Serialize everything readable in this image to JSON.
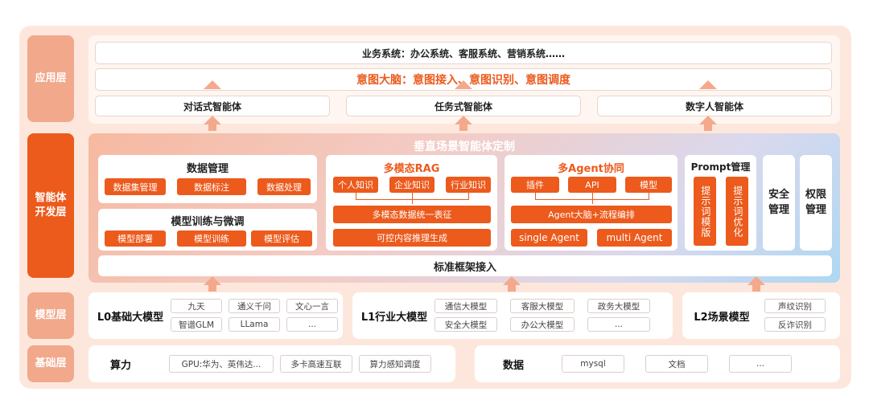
{
  "layers": {
    "app": "应用层",
    "agent": "智能体开发层",
    "model": "模型层",
    "base": "基础层"
  },
  "app": {
    "business": "业务系统：办公系统、客服系统、营销系统……",
    "intent": "意图大脑：意图接入、意图识别、意图调度",
    "agents": [
      "对话式智能体",
      "任务式智能体",
      "数字人智能体"
    ]
  },
  "dev": {
    "title": "垂直场景智能体定制",
    "data_mgmt": {
      "title": "数据管理",
      "items": [
        "数据集管理",
        "数据标注",
        "数据处理"
      ]
    },
    "train": {
      "title": "模型训练与微调",
      "items": [
        "模型部署",
        "模型训练",
        "模型评估"
      ]
    },
    "rag": {
      "title": "多模态RAG",
      "sources": [
        "个人知识",
        "企业知识",
        "行业知识"
      ],
      "unify": "多模态数据统一表征",
      "gen": "可控内容推理生成"
    },
    "agent": {
      "title": "多Agent协同",
      "items": [
        "插件",
        "API",
        "模型"
      ],
      "brain": "Agent大脑+流程编排",
      "single": "single Agent",
      "multi": "multi Agent"
    },
    "prompt": {
      "title": "Prompt管理",
      "items": [
        "提示词模版",
        "提示词优化"
      ]
    },
    "security": "安全管理",
    "permission": "权限管理",
    "standard": "标准框架接入"
  },
  "models": {
    "l0": {
      "title": "L0基础大模型",
      "items": [
        "九天",
        "通义千问",
        "文心一言",
        "智谱GLM",
        "LLama",
        "..."
      ]
    },
    "l1": {
      "title": "L1行业大模型",
      "items": [
        "通信大模型",
        "客服大模型",
        "政务大模型",
        "安全大模型",
        "办公大模型",
        "..."
      ]
    },
    "l2": {
      "title": "L2场景模型",
      "items": [
        "声纹识别",
        "反诈识别"
      ]
    }
  },
  "base": {
    "compute": {
      "title": "算力",
      "items": [
        "GPU:华为、英伟达...",
        "多卡高速互联",
        "算力感知调度"
      ]
    },
    "data": {
      "title": "数据",
      "items": [
        "mysql",
        "文档",
        "..."
      ]
    }
  },
  "colors": {
    "accent": "#ec5a1c",
    "light": "#f2a88b",
    "bg": "#fde7dc"
  }
}
